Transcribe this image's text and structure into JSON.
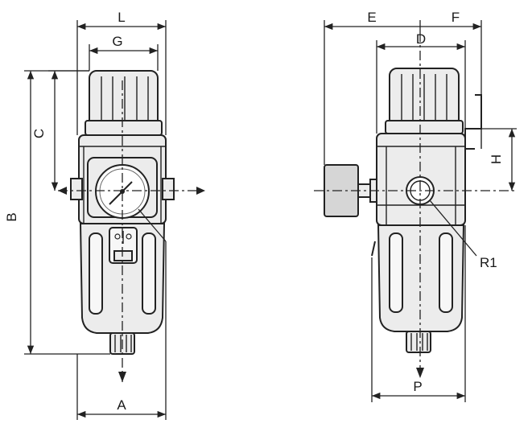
{
  "labels": {
    "L": "L",
    "G": "G",
    "C": "C",
    "B": "B",
    "A": "A",
    "E": "E",
    "D": "D",
    "F": "F",
    "H": "H",
    "R1": "R1",
    "P": "P"
  },
  "colors": {
    "line": "#222222",
    "body_fill": "#ececec",
    "background": "#ffffff"
  }
}
